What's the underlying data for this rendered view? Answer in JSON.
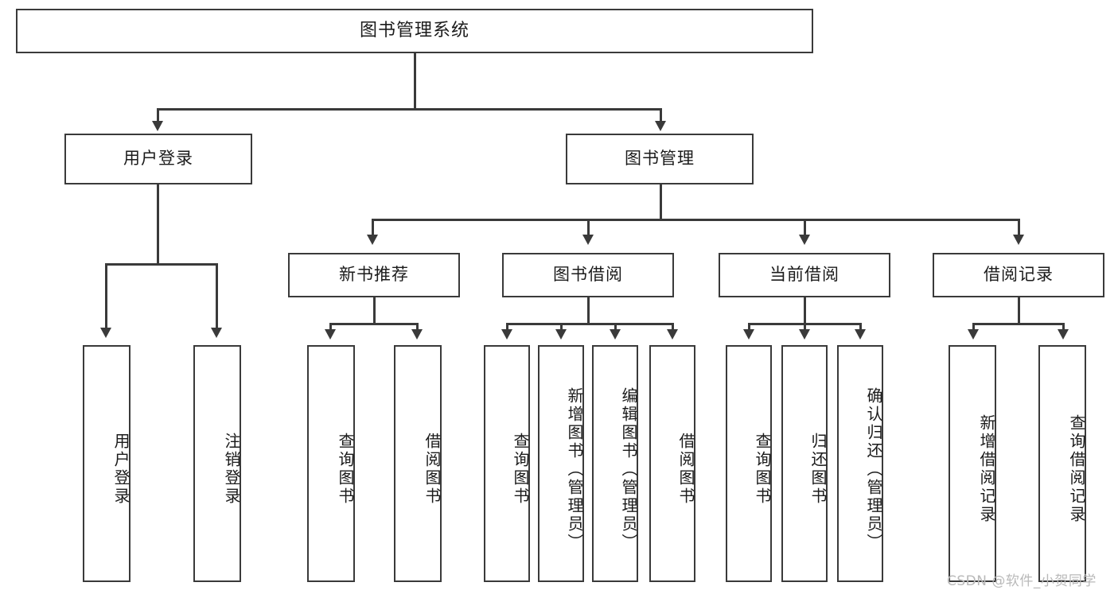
{
  "diagram": {
    "type": "tree-hierarchy-chart",
    "title": "图书管理系统",
    "watermark": "CSDN @软件_小贺同学",
    "colors": {
      "stroke": "#3a3a3a",
      "fill": "#ffffff",
      "watermark": "#b9b9b9"
    },
    "levels": [
      {
        "level": 1,
        "nodes": [
          "图书管理系统"
        ]
      },
      {
        "level": 2,
        "nodes": [
          "用户登录",
          "图书管理"
        ]
      },
      {
        "level": 3,
        "nodes": [
          "新书推荐",
          "图书借阅",
          "当前借阅",
          "借阅记录"
        ]
      },
      {
        "level": 4,
        "nodes": [
          "用户登录",
          "注销登录",
          "查询图书",
          "借阅图书",
          "查询图书",
          "新增图书（管理员）",
          "编辑图书（管理员）",
          "借阅图书",
          "查询图书",
          "归还图书",
          "确认归还（管理员）",
          "新增借阅记录",
          "查询借阅记录"
        ]
      }
    ],
    "root": {
      "label": "图书管理系统"
    },
    "branches": [
      {
        "label": "用户登录",
        "children": [
          {
            "label": "用户登录"
          },
          {
            "label": "注销登录"
          }
        ]
      },
      {
        "label": "图书管理",
        "children": [
          {
            "label": "新书推荐",
            "children": [
              {
                "label": "查询图书"
              },
              {
                "label": "借阅图书"
              }
            ]
          },
          {
            "label": "图书借阅",
            "children": [
              {
                "label": "查询图书"
              },
              {
                "label": "新增图书（管理员）"
              },
              {
                "label": "编辑图书（管理员）"
              },
              {
                "label": "借阅图书"
              }
            ]
          },
          {
            "label": "当前借阅",
            "children": [
              {
                "label": "查询图书"
              },
              {
                "label": "归还图书"
              },
              {
                "label": "确认归还（管理员）"
              }
            ]
          },
          {
            "label": "借阅记录",
            "children": [
              {
                "label": "新增借阅记录"
              },
              {
                "label": "查询借阅记录"
              }
            ]
          }
        ]
      }
    ]
  }
}
